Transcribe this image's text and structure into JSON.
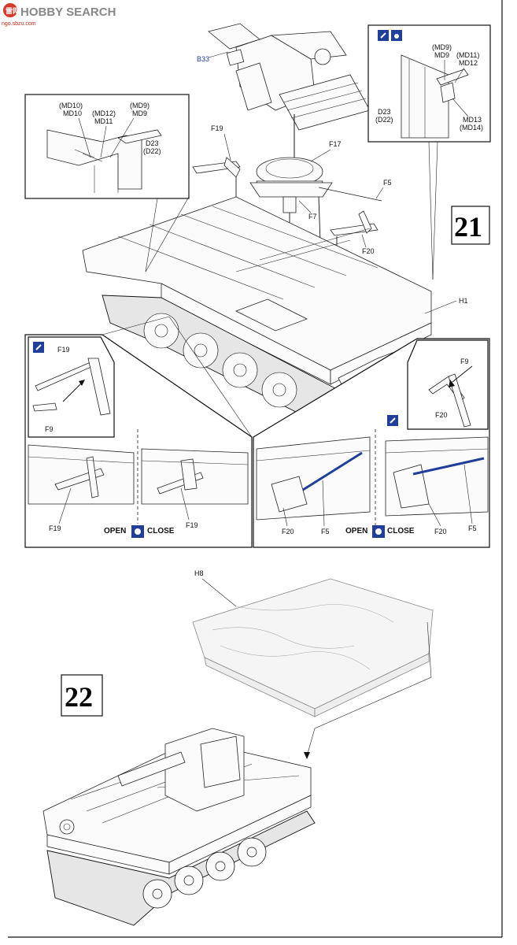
{
  "watermark": {
    "brand": "HOBBY SEARCH",
    "logo_text": "雷网",
    "url": "ngo.sbzu.com"
  },
  "page_border": {
    "right_edge_text": ""
  },
  "step21": {
    "number": "21",
    "labels": {
      "b33": "B33",
      "f19": "F19",
      "f17": "F17",
      "f5": "F5",
      "f7": "F7",
      "f20": "F20",
      "h1": "H1"
    },
    "inset_left": {
      "md10_alt": "(MD10)",
      "md10": "MD10",
      "md12_alt": "(MD12)",
      "md11": "MD11",
      "md9_alt": "(MD9)",
      "md9": "MD9",
      "d23": "D23",
      "d22_alt": "(D22)"
    },
    "inset_right": {
      "md9_alt": "(MD9)",
      "md9": "MD9",
      "md11_alt": "(MD11)",
      "md12": "MD12",
      "d23": "D23",
      "d22_alt": "(D22)",
      "md13": "MD13",
      "md14_alt": "(MD14)"
    },
    "detail_left": {
      "f19_top": "F19",
      "f9": "F9",
      "f19_a": "F19",
      "f19_b": "F19",
      "open": "OPEN",
      "close": "CLOSE"
    },
    "detail_right": {
      "f9": "F9",
      "f20_top": "F20",
      "f20_a": "F20",
      "f5_a": "F5",
      "f20_b": "F20",
      "f5_b": "F5",
      "open": "OPEN",
      "close": "CLOSE"
    }
  },
  "step22": {
    "number": "22",
    "labels": {
      "h8": "H8"
    }
  },
  "icons": {
    "glue": "glue-icon",
    "drill": "drill-hole-icon",
    "open_close": "open-close-icon"
  },
  "colors": {
    "accent_blue": "#1f3f9a",
    "ink": "#111111"
  }
}
